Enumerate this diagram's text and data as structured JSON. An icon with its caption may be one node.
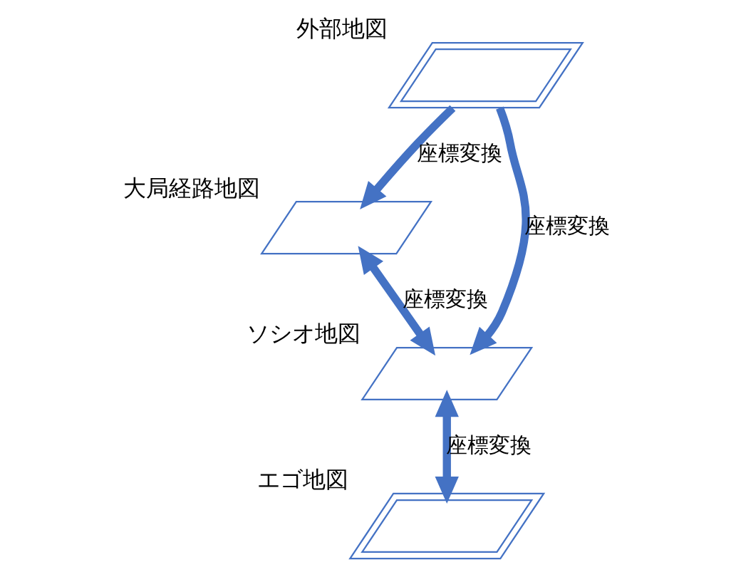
{
  "diagram": {
    "nodes": [
      {
        "text": [],
        "shape": "parallelogram",
        "beside": [
          "外部地図"
        ]
      },
      {
        "text": [],
        "shape": "parallelogram",
        "beside": [
          "大局経路地図"
        ]
      },
      {
        "text": [],
        "shape": "parallelogram",
        "beside": [
          "ソシオ地図"
        ]
      },
      {
        "text": [],
        "shape": "parallelogram",
        "beside": [
          "エゴ地図"
        ]
      }
    ],
    "edges": [
      {
        "from": 0,
        "to": 1,
        "arrow": "to",
        "label": "座標変換"
      },
      {
        "from": 1,
        "to": 2,
        "arrow": "both",
        "label": "座標変換"
      },
      {
        "from": 0,
        "to": 2,
        "arrow": "to",
        "label": "座標変換"
      },
      {
        "from": 2,
        "to": 3,
        "arrow": "both",
        "label": "座標変換"
      }
    ]
  }
}
